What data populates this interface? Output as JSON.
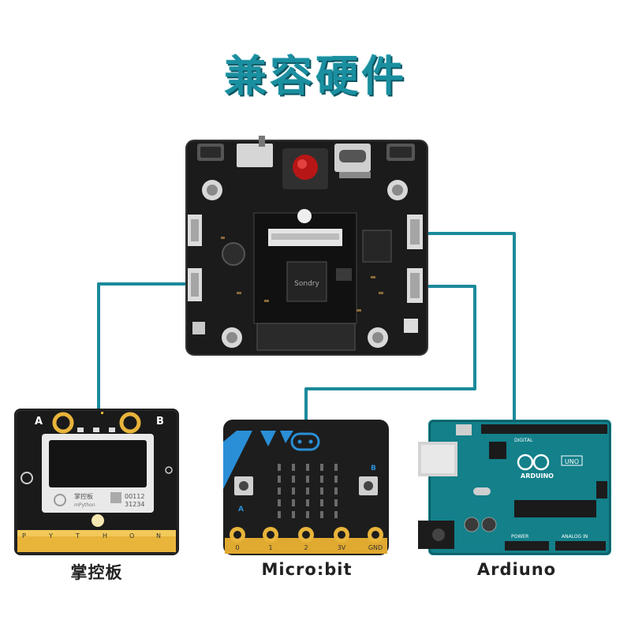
{
  "title": "兼容硬件",
  "main_board": {
    "chip_label": "Sondry"
  },
  "boards": [
    {
      "id": "zhangkongban",
      "caption": "掌控板",
      "button_a": "A",
      "button_b": "B",
      "screen_brand": "掌控板",
      "screen_brand_sub": "mPython",
      "serial_1": "00112",
      "serial_2": "31234",
      "pin_letters": [
        "P",
        "Y",
        "T",
        "H",
        "O",
        "N"
      ]
    },
    {
      "id": "microbit",
      "caption": "Micro:bit",
      "button_a": "A",
      "button_b": "B",
      "pins": [
        "0",
        "1",
        "2",
        "3V",
        "GND"
      ]
    },
    {
      "id": "arduino",
      "caption": "Ardiuno",
      "logo": "ARDUINO",
      "model": "UNO",
      "digital_label": "DIGITAL",
      "power_label": "POWER",
      "analog_label": "ANALOG IN"
    }
  ],
  "colors": {
    "title": "#1a8fa0",
    "wire": "#1b8a9b",
    "board_dark": "#1b1b1b",
    "gold": "#e8b43a",
    "arduino_teal": "#13808a"
  }
}
